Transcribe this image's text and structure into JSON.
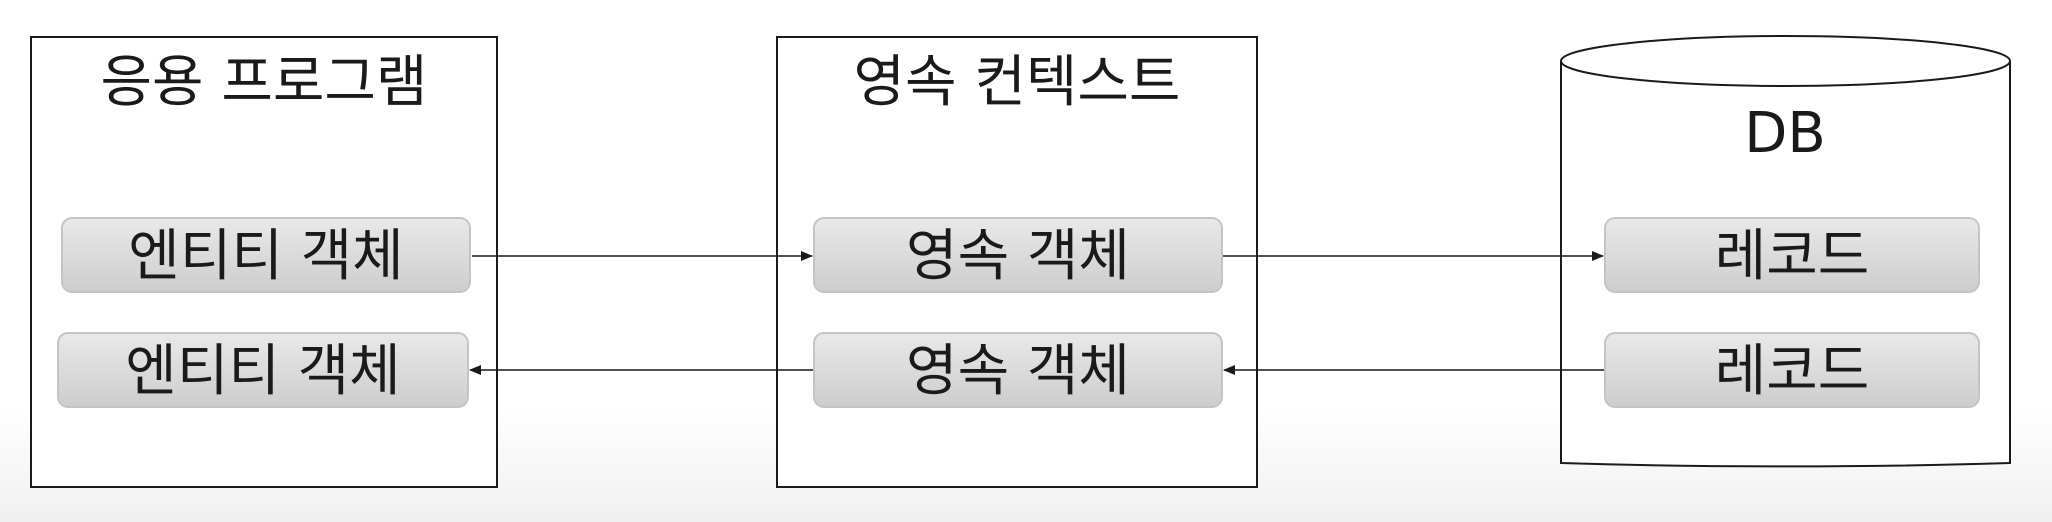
{
  "app_box": {
    "title": "응용 프로그램",
    "items": [
      "엔티티 객체",
      "엔티티 객체"
    ]
  },
  "persistence_box": {
    "title": "영속 컨텍스트",
    "items": [
      "영속 객체",
      "영속 객체"
    ]
  },
  "db": {
    "title": "DB",
    "items": [
      "레코드",
      "레코드"
    ]
  }
}
